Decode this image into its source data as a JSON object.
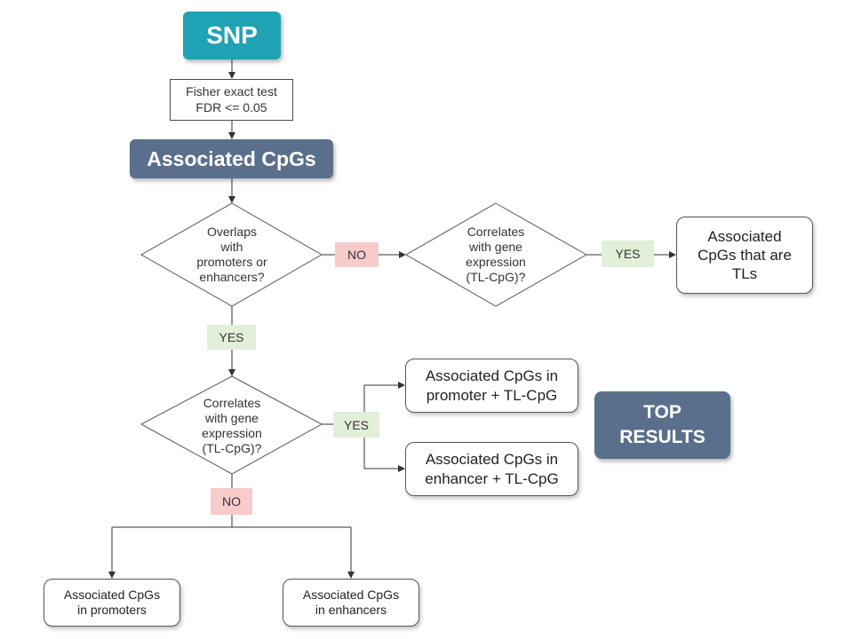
{
  "snp": "SNP",
  "test": "Fisher exact test\nFDR <= 0.05",
  "associated": "Associated CpGs",
  "decision_overlap": "Overlaps\nwith\npromoters or\nenhancers?",
  "decision_correlates_right": "Correlates\nwith gene\nexpression\n(TL-CpG)?",
  "decision_correlates_lower": "Correlates\nwith gene\nexpression\n(TL-CpG)?",
  "labels": {
    "no_right": "NO",
    "yes_right": "YES",
    "yes_down": "YES",
    "yes_branch": "YES",
    "no_down": "NO"
  },
  "outcomes": {
    "tls": "Associated\nCpGs that are\nTLs",
    "promoter_tl": "Associated CpGs in\npromoter + TL-CpG",
    "enhancer_tl": "Associated CpGs in\nenhancer + TL-CpG",
    "promoters": "Associated CpGs\nin promoters",
    "enhancers": "Associated CpGs\nin enhancers"
  },
  "top_results": "TOP\nRESULTS",
  "colors": {
    "snp": "#1fa2b4",
    "associated": "#5a6f8c",
    "yes_label": "#e2efd9",
    "no_label": "#f8cbcb"
  }
}
